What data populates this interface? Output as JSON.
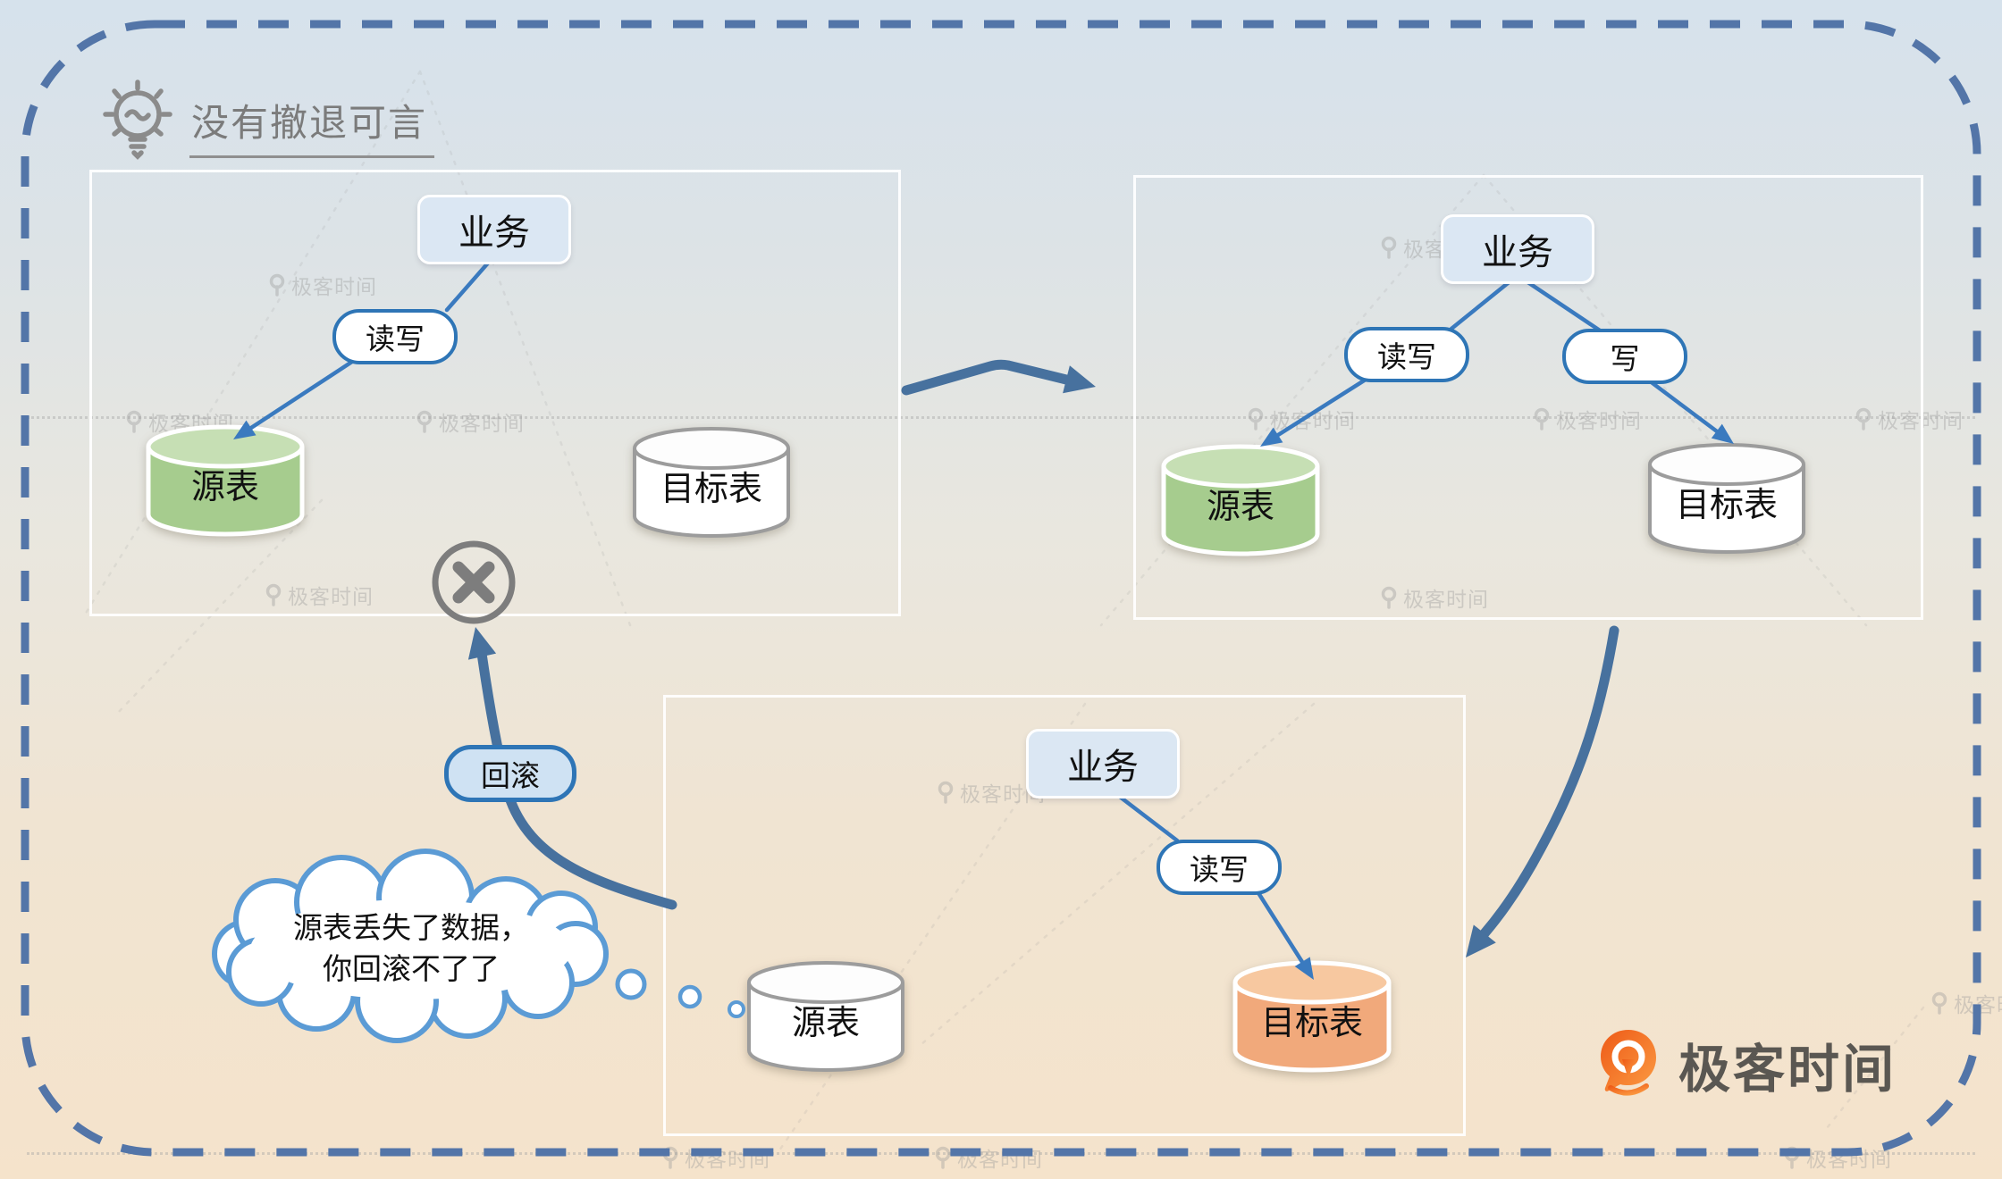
{
  "title": "没有撤退可言",
  "watermark": {
    "text": "极客时间"
  },
  "brand": {
    "name": "极客时间"
  },
  "stage1": {
    "business": "业务",
    "readwrite": "读写",
    "source": "源表",
    "target": "目标表"
  },
  "stage2": {
    "business": "业务",
    "readwrite": "读写",
    "write": "写",
    "source": "源表",
    "target": "目标表"
  },
  "stage3": {
    "business": "业务",
    "readwrite": "读写",
    "source": "源表",
    "target": "目标表"
  },
  "rollback": {
    "label": "回滚"
  },
  "cloud": {
    "line1": "源表丢失了数据，",
    "line2": "你回滚不了了"
  },
  "colors": {
    "pill_border_blue": "#2e75b6",
    "thin_arrow_blue": "#3a7abf",
    "thick_arrow_blue": "#47719e",
    "dashed_border_blue": "#5375a8",
    "source_green": "#a6cc8e",
    "target_orange": "#f1a97b",
    "brand_orange": "#f4711c",
    "title_gray": "#7b7b7b"
  }
}
